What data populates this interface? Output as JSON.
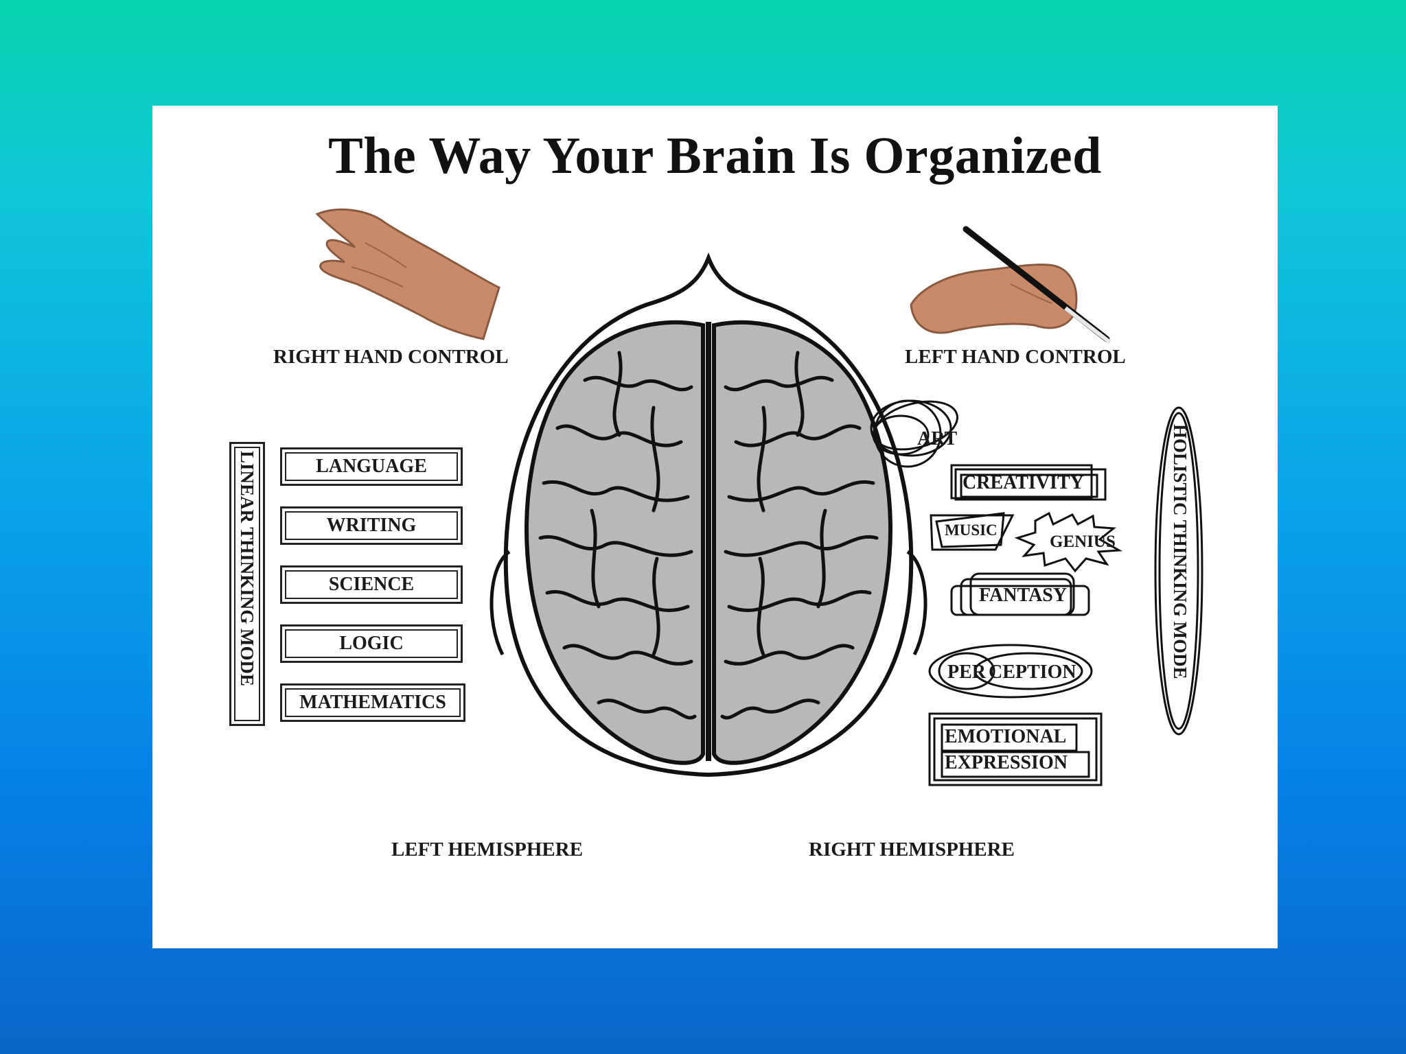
{
  "title": "The Way Your Brain Is Organized",
  "controls": {
    "right_hand": "RIGHT HAND CONTROL",
    "left_hand": "LEFT HAND CONTROL"
  },
  "left_side": {
    "mode": "LINEAR THINKING MODE",
    "items": [
      "LANGUAGE",
      "WRITING",
      "SCIENCE",
      "LOGIC",
      "MATHEMATICS"
    ],
    "hemisphere": "LEFT HEMISPHERE"
  },
  "right_side": {
    "mode": "HOLISTIC THINKING MODE",
    "items": {
      "art": "ART",
      "creativity": "CREATIVITY",
      "music": "MUSIC",
      "genius": "GENIUS",
      "fantasy": "FANTASY",
      "perception_a": "PER",
      "perception_b": "CEPTION",
      "emotional": "EMOTIONAL",
      "expression": "EXPRESSION"
    },
    "hemisphere": "RIGHT HEMISPHERE"
  },
  "colors": {
    "brain_fill": "#b8b8b8",
    "skin": "#c98a6a",
    "ink": "#111111"
  }
}
